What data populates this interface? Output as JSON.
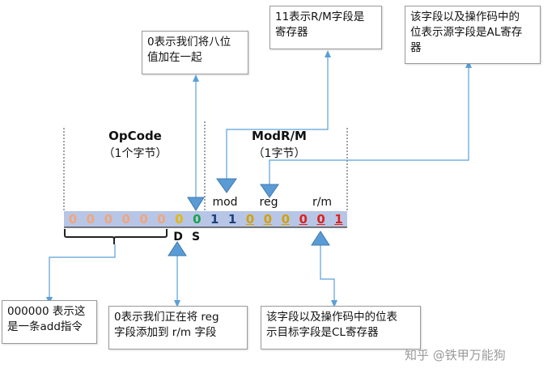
{
  "opcode": {
    "title": "OpCode",
    "subtitle": "（1个字节）"
  },
  "modrm": {
    "title": "ModR/M",
    "subtitle": "（1字节）"
  },
  "field_labels": {
    "mod": "mod",
    "reg": "reg",
    "rm": "r/m",
    "d": "D",
    "s": "S"
  },
  "bits": [
    {
      "value": "0",
      "color": "#f2a57a",
      "underline": false
    },
    {
      "value": "0",
      "color": "#f2a57a",
      "underline": false
    },
    {
      "value": "0",
      "color": "#f2a57a",
      "underline": false
    },
    {
      "value": "0",
      "color": "#f2a57a",
      "underline": false
    },
    {
      "value": "0",
      "color": "#f2a57a",
      "underline": false
    },
    {
      "value": "0",
      "color": "#f2a57a",
      "underline": false
    },
    {
      "value": "0",
      "color": "#e6b800",
      "underline": false
    },
    {
      "value": "0",
      "color": "#1aa34a",
      "underline": false
    },
    {
      "value": "1",
      "color": "#1f3f7a",
      "underline": false
    },
    {
      "value": "1",
      "color": "#1f3f7a",
      "underline": false
    },
    {
      "value": "0",
      "color": "#d4a000",
      "underline": true
    },
    {
      "value": "0",
      "color": "#d4a000",
      "underline": true
    },
    {
      "value": "0",
      "color": "#d4a000",
      "underline": true
    },
    {
      "value": "0",
      "color": "#e0211b",
      "underline": true
    },
    {
      "value": "0",
      "color": "#e0211b",
      "underline": true
    },
    {
      "value": "1",
      "color": "#e0211b",
      "underline": true
    }
  ],
  "notes": {
    "s_bit": "0表示我们将八位\n值加在一起",
    "mod": "11表示R/M字段是\n寄存器",
    "reg": "该字段以及操作码中的\n位表示源字段是AL寄存\n器",
    "opcode_bits": "000000 表示这\n是一条add指令",
    "d_bit": "0表示我们正在将 reg\n字段添加到 r/m 字段",
    "rm": "该字段以及操作码中的位表\n示目标字段是CL寄存器"
  },
  "watermark": "知乎 @铁甲万能狗",
  "colors": {
    "bit_row_bg": "#b7c6e6",
    "connector": "#5aa0d8",
    "arrow_fill": "#5b9bd5",
    "arrow_stroke": "#3e78b2"
  }
}
